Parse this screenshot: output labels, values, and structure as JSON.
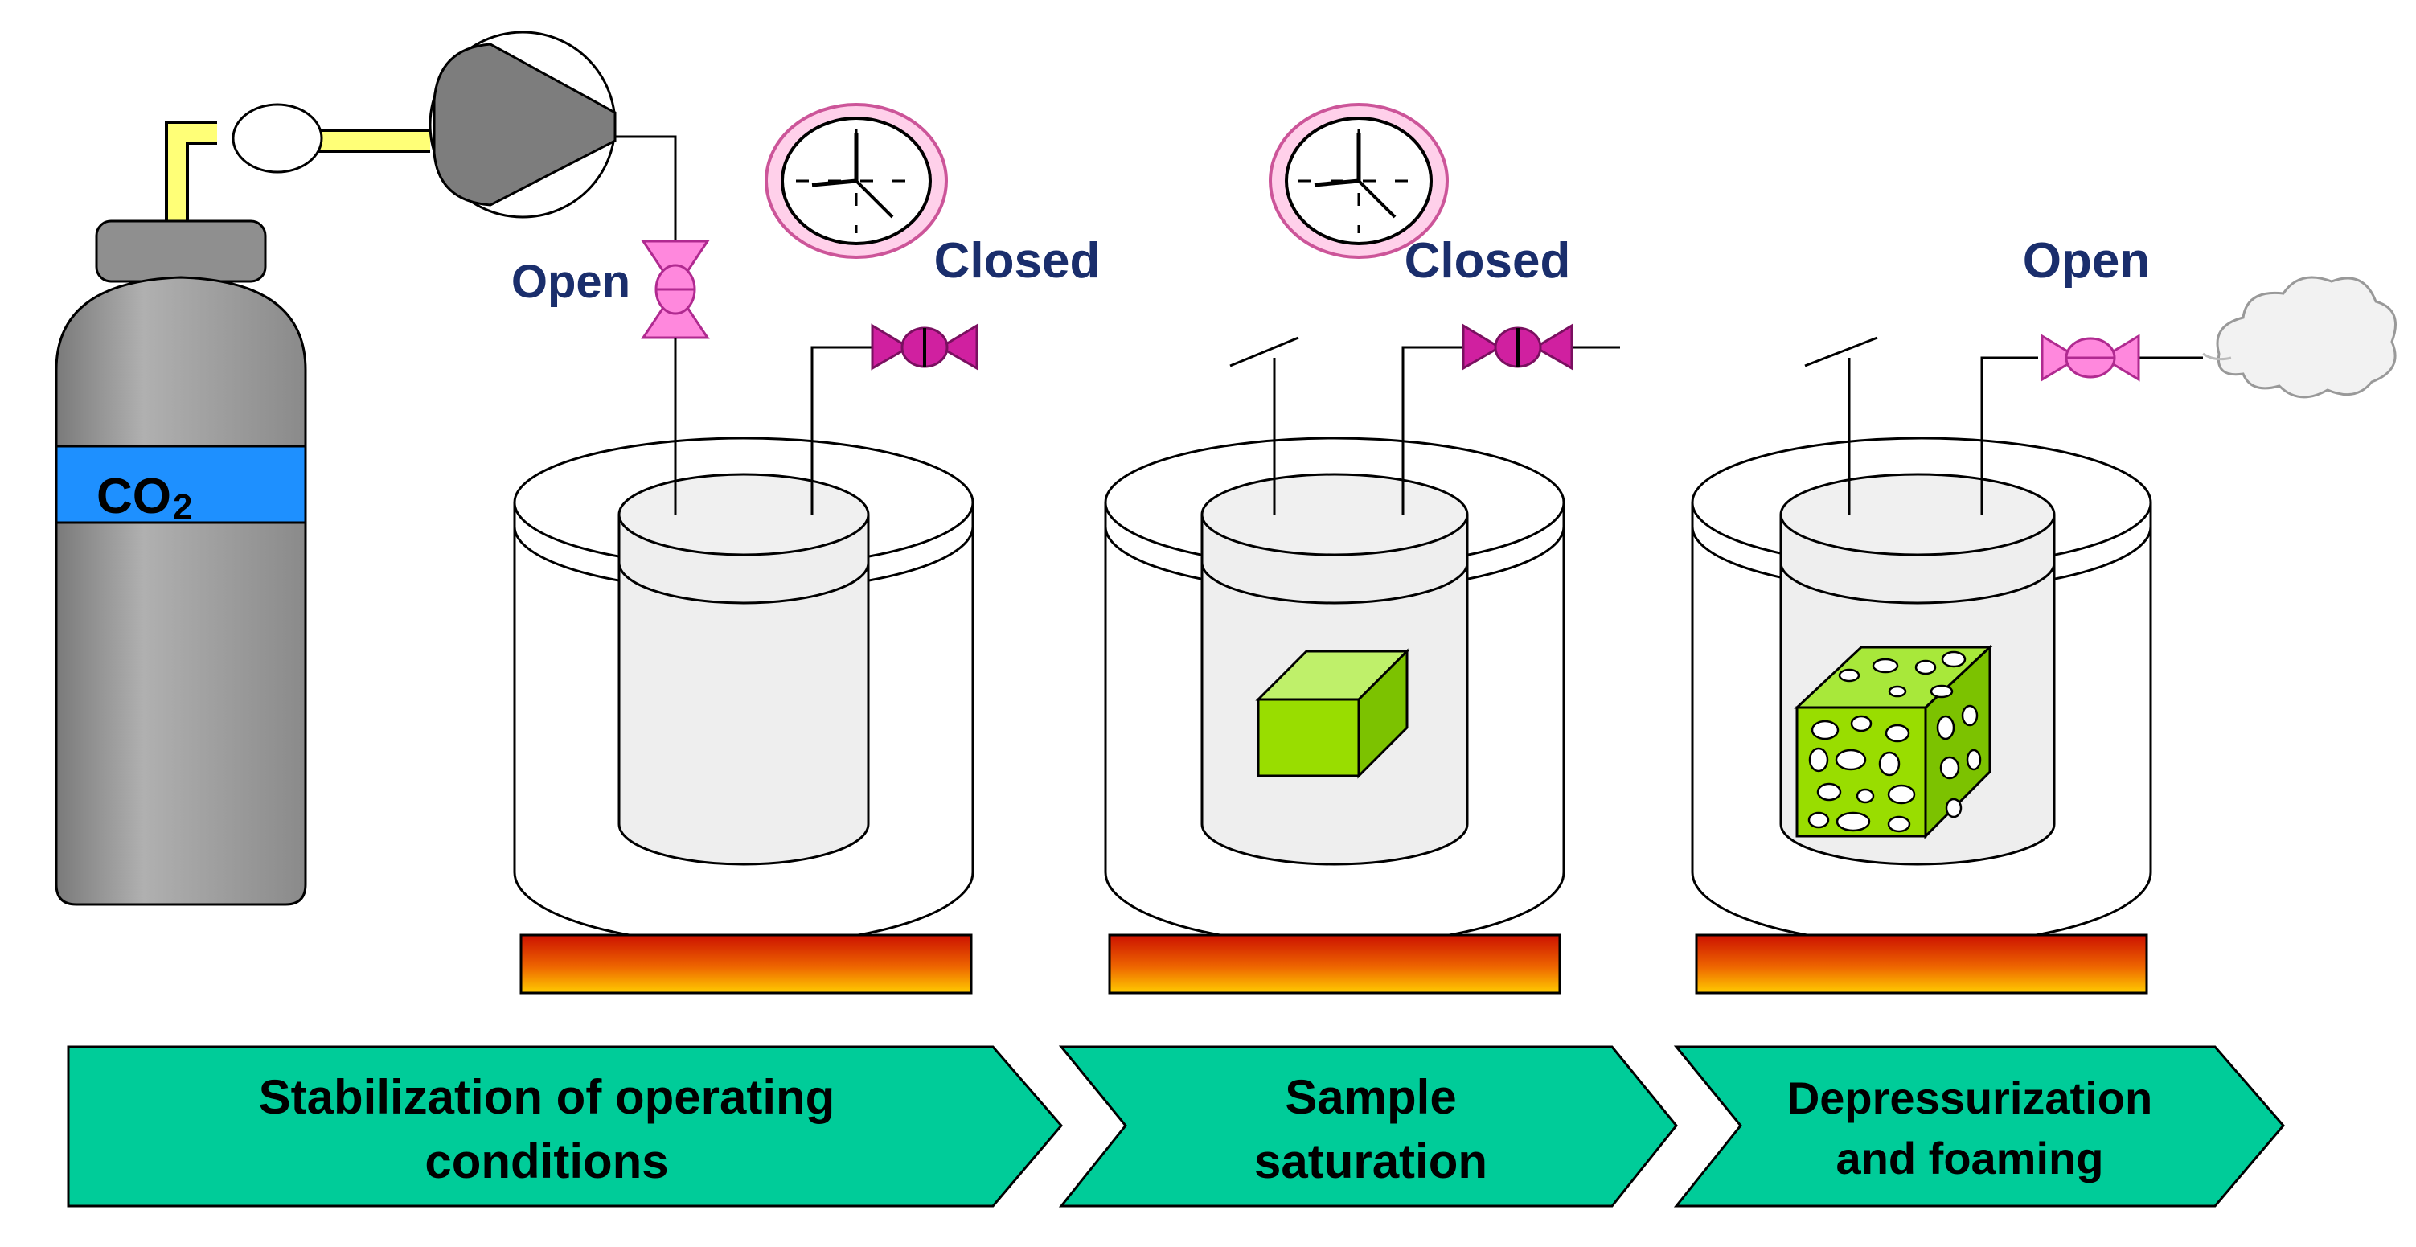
{
  "cylinder": {
    "label": "CO",
    "subscript": "2"
  },
  "valves": {
    "inlet_label": "Open",
    "stage1_outlet_label": "Closed",
    "stage2_outlet_label": "Closed",
    "stage3_outlet_label": "Open"
  },
  "steps": [
    {
      "line1": "Stabilization of operating",
      "line2": "conditions"
    },
    {
      "line1": "Sample",
      "line2": "saturation"
    },
    {
      "line1": "Depressurization",
      "line2": "and foaming"
    }
  ],
  "colors": {
    "step_fill": "#00cc99",
    "cylinder_band": "#1e90ff",
    "cylinder_body": "#9a9a9a",
    "valve": "#e04ec0",
    "sample": "#99dd00",
    "heater_top": "#cc1100",
    "heater_bottom": "#ffcc00",
    "label_color": "#1a2e6c"
  }
}
